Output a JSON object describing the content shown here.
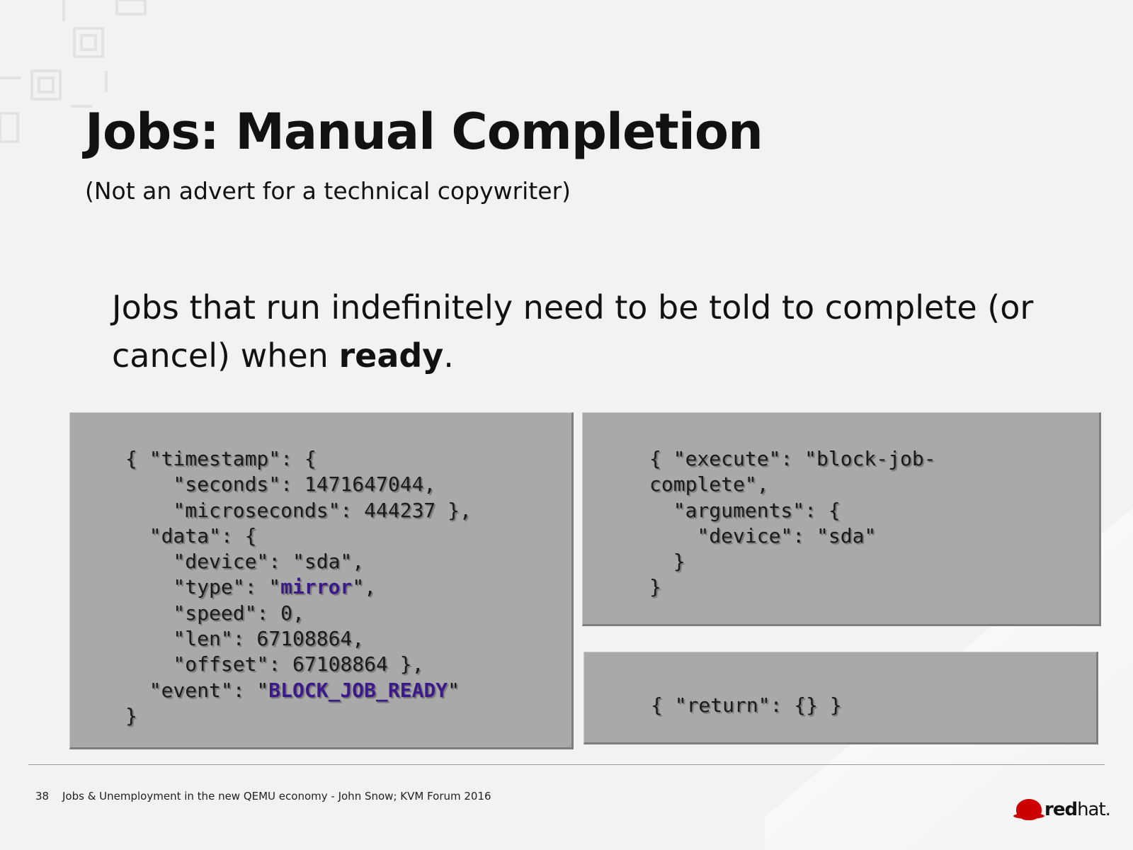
{
  "slide": {
    "title": "Jobs: Manual Completion",
    "subtitle": "(Not an advert for a technical copywriter)",
    "body_text": "Jobs that run indefinitely need to be told to complete (or cancel) when ",
    "body_bold": "ready",
    "body_end": "."
  },
  "code_event": [
    [
      {
        "t": "{ \"timestamp\": {"
      }
    ],
    [
      {
        "t": "    \"seconds\": 1471647044,"
      }
    ],
    [
      {
        "t": "    \"microseconds\": 444237 },"
      }
    ],
    [
      {
        "t": "  \"data\": {"
      }
    ],
    [
      {
        "t": "    \"device\": \"sda\","
      }
    ],
    [
      {
        "t": "    \"type\": \""
      },
      {
        "t": "mirror",
        "hl": true
      },
      {
        "t": "\","
      }
    ],
    [
      {
        "t": "    \"speed\": 0,"
      }
    ],
    [
      {
        "t": "    \"len\": 67108864,"
      }
    ],
    [
      {
        "t": "    \"offset\": 67108864 },"
      }
    ],
    [
      {
        "t": "  \"event\": \""
      },
      {
        "t": "BLOCK_JOB_READY",
        "hl": true
      },
      {
        "t": "\""
      }
    ],
    [
      {
        "t": "}"
      }
    ]
  ],
  "code_command": [
    [
      {
        "t": "{ \"execute\": \"block-job-"
      }
    ],
    [
      {
        "t": "complete\","
      }
    ],
    [
      {
        "t": "  \"arguments\": {"
      }
    ],
    [
      {
        "t": "    \"device\": \"sda\""
      }
    ],
    [
      {
        "t": "  }"
      }
    ],
    [
      {
        "t": "}"
      }
    ]
  ],
  "code_return": [
    [
      {
        "t": "{ \"return\": {} }"
      }
    ]
  ],
  "footer": {
    "page_number": "38",
    "text": "Jobs & Unemployment in the new QEMU economy - John Snow; KVM Forum 2016",
    "logo_text_bold": "red",
    "logo_text": "hat."
  },
  "colors": {
    "highlight": "#3a1a8a",
    "code_bg": "#a9a9a9",
    "logo_red": "#cc0000"
  }
}
